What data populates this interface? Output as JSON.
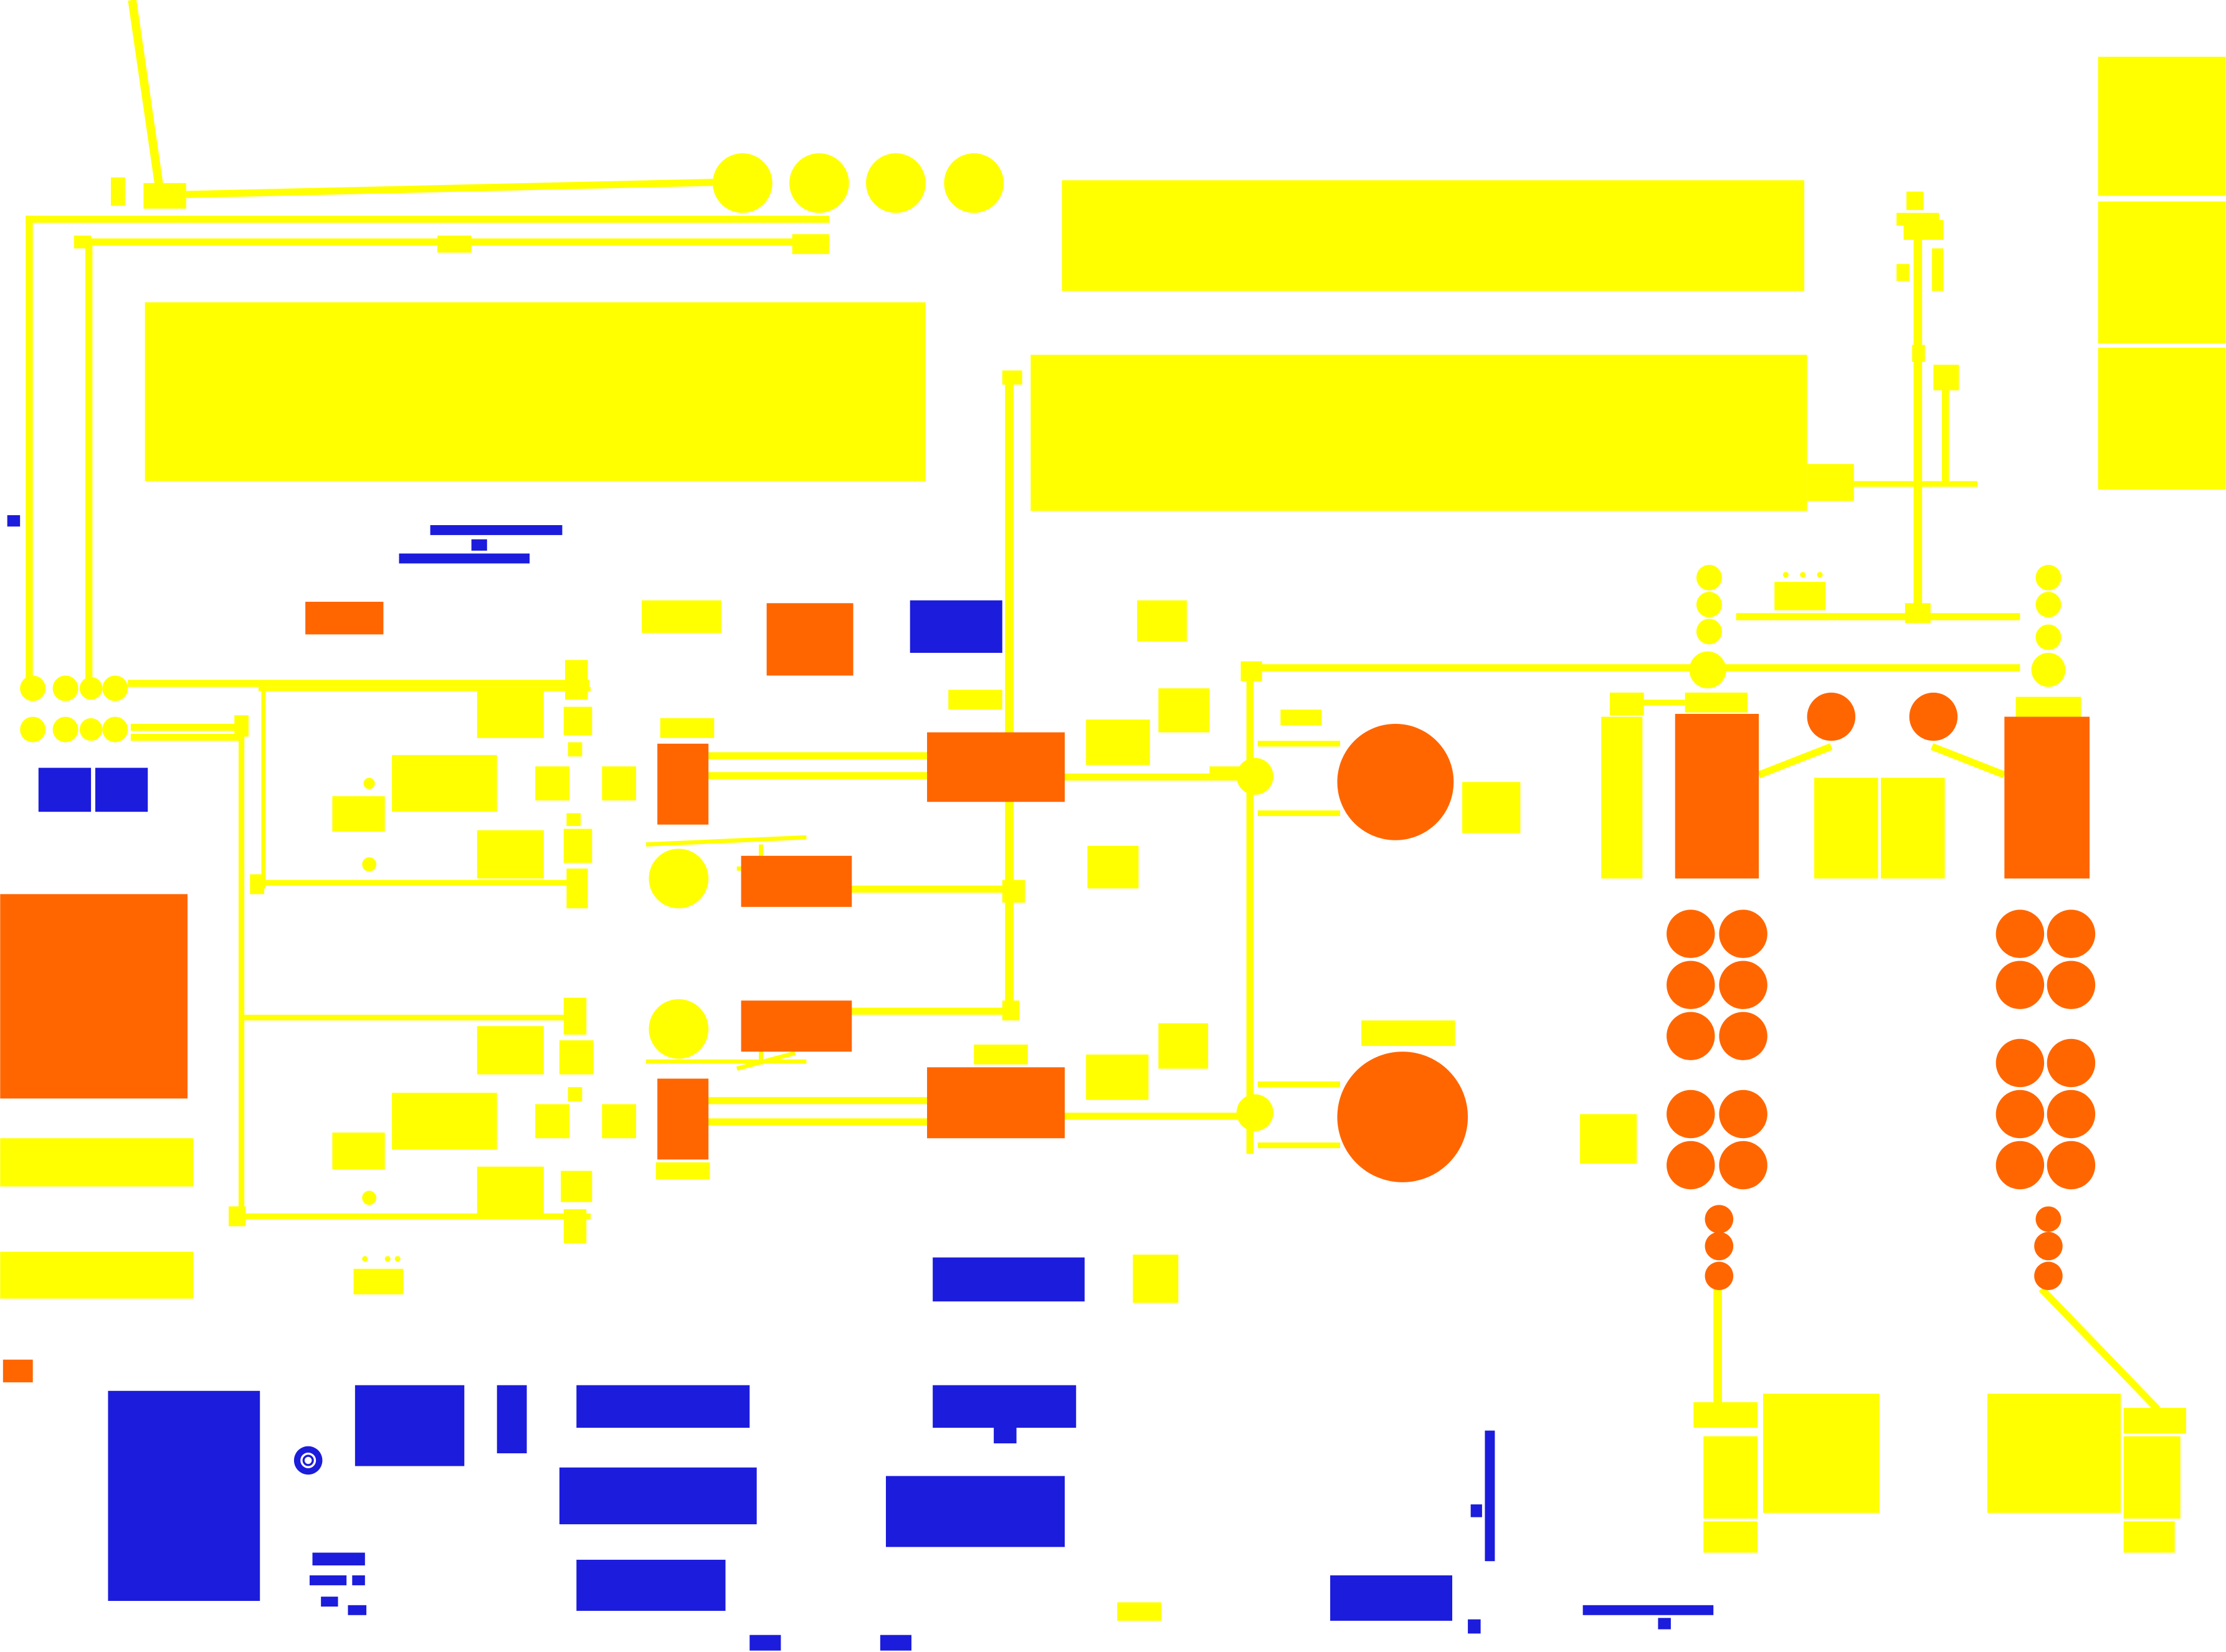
{
  "page": {
    "description_text": ""
  },
  "palette": {
    "background": "#ffffff",
    "yellow": "#ffff00",
    "orange": "#ff6600",
    "blue": "#1c1cdc"
  },
  "layer_names": {
    "yellow": "yellow-layer",
    "orange": "orange-layer",
    "blue": "blue-layer"
  }
}
